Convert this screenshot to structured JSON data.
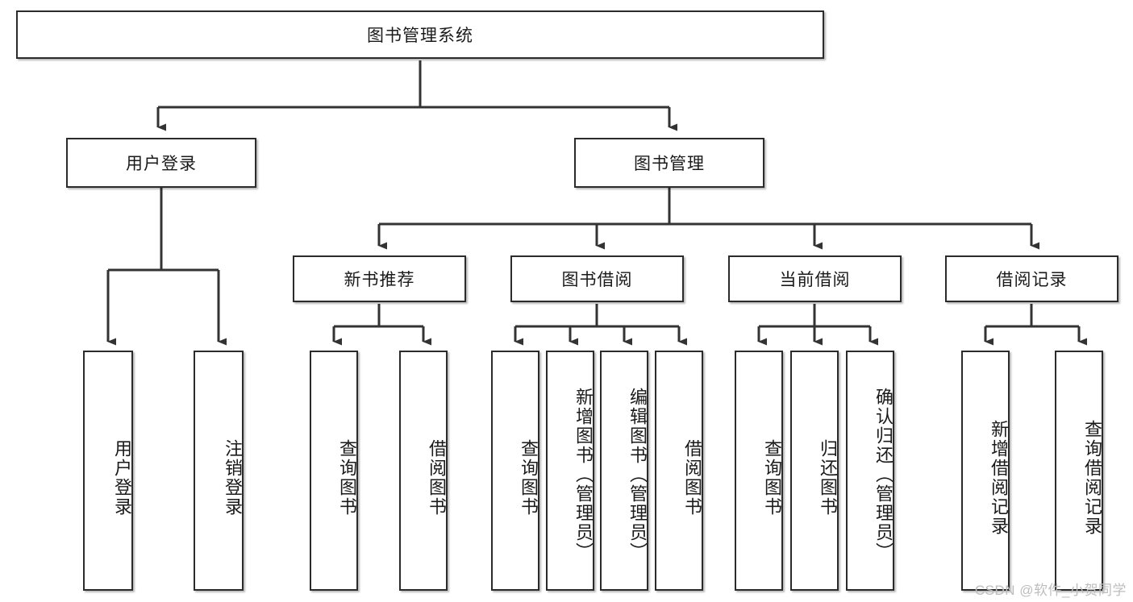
{
  "diagram": {
    "title": "图书管理系统",
    "type": "tree",
    "watermark": "CSDN @软件_小贺同学",
    "colors": {
      "box_border": "#2b2b2b",
      "box_fill": "#ffffff",
      "edge": "#333333",
      "text": "#1a1a1a",
      "watermark": "#bdbdbd"
    },
    "root": {
      "id": "root",
      "label": "图书管理系统"
    },
    "level2": [
      {
        "id": "user-login",
        "label": "用户登录"
      },
      {
        "id": "book-manage",
        "label": "图书管理"
      }
    ],
    "level3": [
      {
        "id": "new-book-rec",
        "label": "新书推荐",
        "parent": "book-manage"
      },
      {
        "id": "book-borrow",
        "label": "图书借阅",
        "parent": "book-manage"
      },
      {
        "id": "current-borrow",
        "label": "当前借阅",
        "parent": "book-manage"
      },
      {
        "id": "borrow-record",
        "label": "借阅记录",
        "parent": "book-manage"
      }
    ],
    "leaves": [
      {
        "id": "leaf-user-login",
        "label": "用户登录",
        "parent": "user-login"
      },
      {
        "id": "leaf-user-logout",
        "label": "注销登录",
        "parent": "user-login"
      },
      {
        "id": "leaf-query-book-1",
        "label": "查询图书",
        "parent": "new-book-rec"
      },
      {
        "id": "leaf-borrow-book-1",
        "label": "借阅图书",
        "parent": "new-book-rec"
      },
      {
        "id": "leaf-query-book-2",
        "label": "查询图书",
        "parent": "book-borrow"
      },
      {
        "id": "leaf-add-book",
        "label": "新增图书（管理员）",
        "parent": "book-borrow"
      },
      {
        "id": "leaf-edit-book",
        "label": "编辑图书（管理员）",
        "parent": "book-borrow"
      },
      {
        "id": "leaf-borrow-book-2",
        "label": "借阅图书",
        "parent": "book-borrow"
      },
      {
        "id": "leaf-query-book-3",
        "label": "查询图书",
        "parent": "current-borrow"
      },
      {
        "id": "leaf-return-book",
        "label": "归还图书",
        "parent": "current-borrow"
      },
      {
        "id": "leaf-confirm-return",
        "label": "确认归还（管理员）",
        "parent": "current-borrow"
      },
      {
        "id": "leaf-add-record",
        "label": "新增借阅记录",
        "parent": "borrow-record"
      },
      {
        "id": "leaf-query-record",
        "label": "查询借阅记录",
        "parent": "borrow-record"
      }
    ]
  }
}
